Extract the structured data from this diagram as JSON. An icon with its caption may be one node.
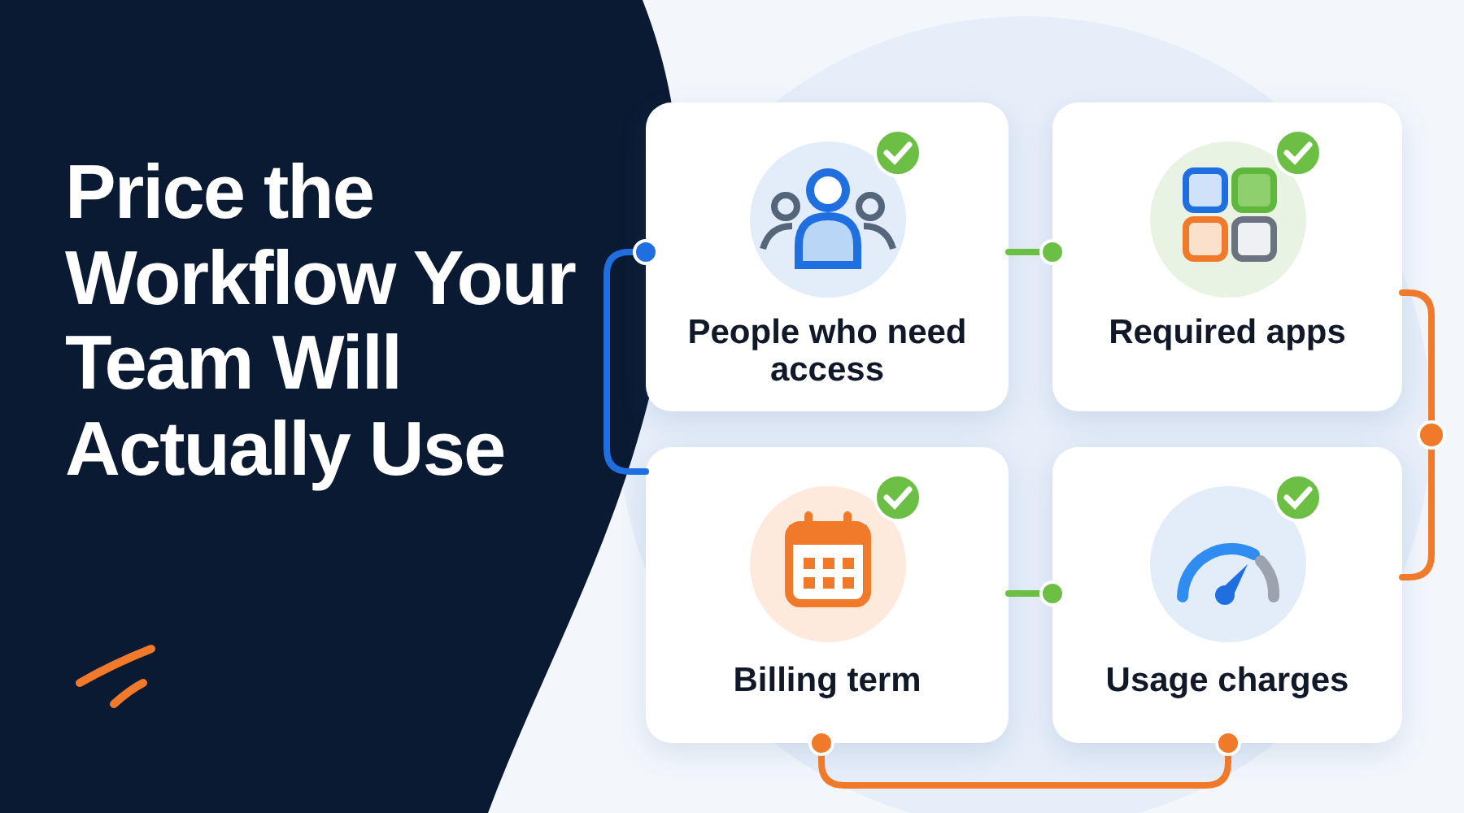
{
  "diagram": {
    "title": "Price the Workflow Your Team Will Actually Use",
    "nodes": [
      {
        "text": [
          "People who need access"
        ]
      },
      {
        "text": [
          "Required apps"
        ]
      },
      {
        "text": [
          "Billing term"
        ]
      },
      {
        "text": [
          "Usage charges"
        ]
      }
    ],
    "edges": [
      {
        "from": 0,
        "to": 2,
        "arrow": "other",
        "color": "#1f6fe0"
      },
      {
        "from": 0,
        "to": 1,
        "arrow": "other",
        "color": "#6cbf45"
      },
      {
        "from": 2,
        "to": 3,
        "arrow": "other",
        "color": "#6cbf45"
      },
      {
        "from": 1,
        "to": 3,
        "arrow": "none",
        "color": "#f07a2a"
      },
      {
        "from": 2,
        "to": 3,
        "arrow": "other",
        "color": "#f07a2a"
      }
    ]
  }
}
